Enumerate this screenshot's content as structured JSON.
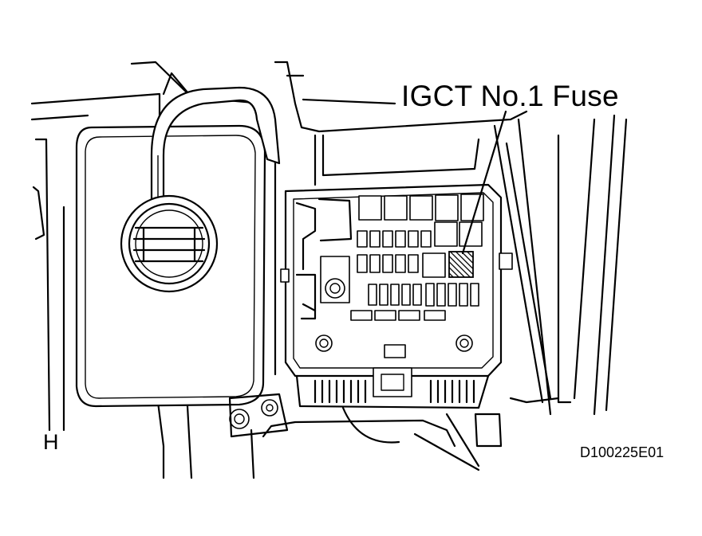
{
  "callout": {
    "text": "IGCT No.1 Fuse"
  },
  "view_letter": "H",
  "figure_code": "D100225E01"
}
